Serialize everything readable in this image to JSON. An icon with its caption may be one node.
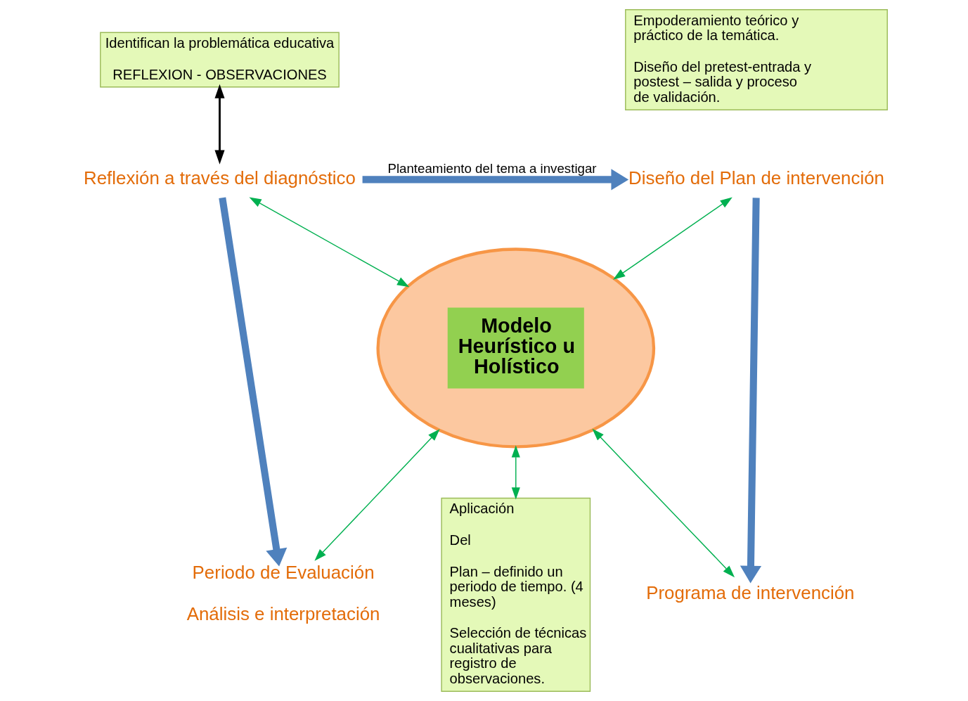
{
  "diagram": {
    "nodes": [
      {
        "text": [
          "Identifican la problemática educativa",
          "REFLEXION - OBSERVACIONES"
        ]
      },
      {
        "text": [
          "Empoderamiento teórico y práctico de la temática.",
          "Diseño del pretest-entrada y postest – salida y proceso de validación."
        ]
      },
      {
        "text": [
          "Reflexión a través del diagnóstico"
        ]
      },
      {
        "text": [
          "Diseño del Plan de intervención"
        ]
      },
      {
        "text": [
          "Aplicación",
          "Del",
          "Plan – definido un periodo de tiempo. (4 meses)",
          "Selección de técnicas cualitativas para registro de observaciones."
        ]
      },
      {
        "text": [
          "Modelo Heurístico u Holístico"
        ]
      },
      {
        "text": [
          "Periodo de Evaluación",
          "Análisis e interpretación"
        ]
      },
      {
        "text": [
          "Programa de intervención"
        ]
      }
    ],
    "edges": [
      {
        "from": 0,
        "to": 2,
        "arrow": "both",
        "color": "#000000"
      },
      {
        "from": 2,
        "to": 3,
        "arrow": "to",
        "label": "Planteamiento del tema a investigar",
        "style": "thick",
        "color": "#4f81bd"
      },
      {
        "from": 3,
        "to": 7,
        "arrow": "to",
        "style": "thick",
        "color": "#4f81bd"
      },
      {
        "from": 2,
        "to": 6,
        "arrow": "to",
        "style": "thick",
        "color": "#4f81bd"
      },
      {
        "from": 2,
        "to": 5,
        "arrow": "both"
      },
      {
        "from": 3,
        "to": 5,
        "arrow": "both"
      },
      {
        "from": 5,
        "to": 6,
        "arrow": "both"
      },
      {
        "from": 5,
        "to": 7,
        "arrow": "both"
      },
      {
        "from": 5,
        "to": 4,
        "arrow": "both"
      }
    ]
  }
}
